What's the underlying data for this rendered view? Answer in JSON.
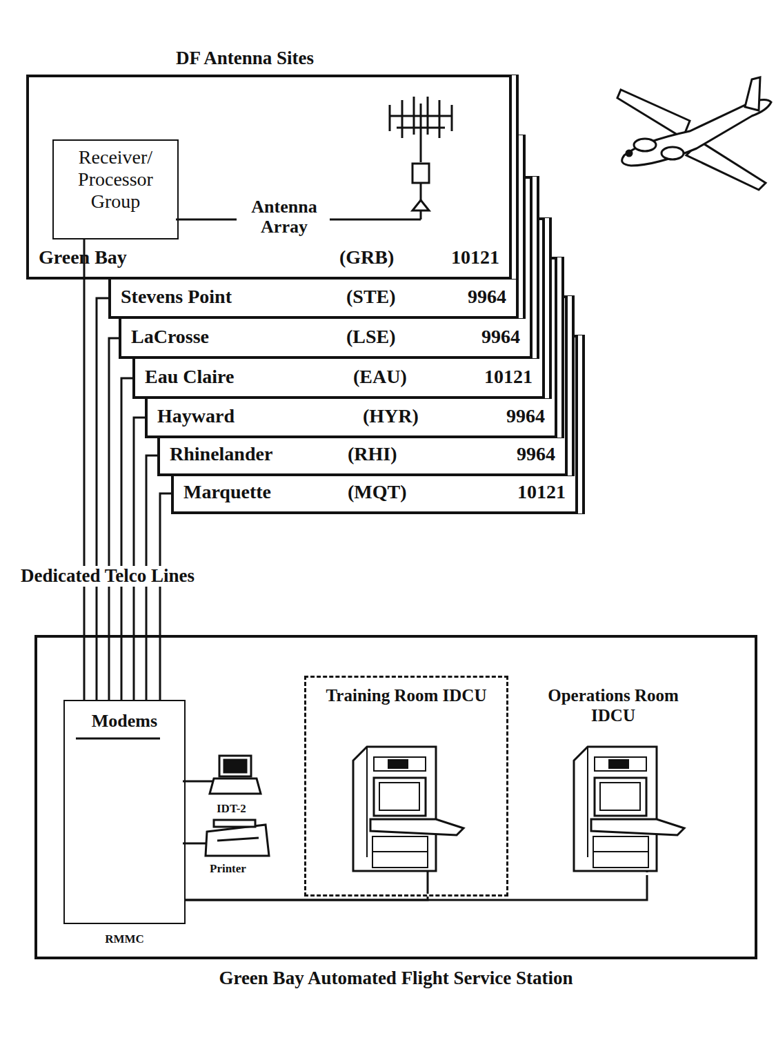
{
  "diagram": {
    "title": "DF Antenna Sites",
    "nodes": [
      {
        "text": [
          "Green Bay",
          "(GRB)",
          "10121"
        ]
      },
      {
        "text": [
          "Receiver/ Processor Group"
        ],
        "in": 0
      },
      {
        "text": [
          "Stevens Point",
          "(STE)",
          "9964"
        ]
      },
      {
        "text": [
          "LaCrosse",
          "(LSE)",
          "9964"
        ]
      },
      {
        "text": [
          "Eau Claire",
          "(EAU)",
          "10121"
        ]
      },
      {
        "text": [
          "Hayward",
          "(HYR)",
          "9964"
        ]
      },
      {
        "text": [
          "Rhinelander",
          "(RHI)",
          "9964"
        ]
      },
      {
        "text": [
          "Marquette",
          "(MQT)",
          "10121"
        ]
      },
      {
        "text": [
          "Green Bay Automated Flight Service Station"
        ]
      },
      {
        "text": [
          "Modems",
          "RMMC"
        ],
        "in": 8
      },
      {
        "text": [
          "Training Room IDCU"
        ],
        "in": 8
      },
      {
        "text": [
          "Operations Room IDCU"
        ],
        "in": 8
      }
    ],
    "edges": [
      {
        "from": 1,
        "to": 9,
        "arrow": "none"
      },
      {
        "from": 2,
        "to": 9,
        "arrow": "none"
      },
      {
        "from": 3,
        "to": 9,
        "arrow": "none"
      },
      {
        "from": 4,
        "to": 9,
        "arrow": "none"
      },
      {
        "from": 5,
        "to": 9,
        "arrow": "none"
      },
      {
        "from": 6,
        "to": 9,
        "arrow": "none"
      },
      {
        "from": 7,
        "to": 9,
        "arrow": "none"
      },
      {
        "from": 9,
        "to": 10,
        "arrow": "none"
      },
      {
        "from": 9,
        "to": 11,
        "arrow": "none"
      }
    ],
    "labels": [
      "Antenna Array",
      "Dedicated Telco Lines",
      "IDT-2",
      "Printer"
    ]
  }
}
